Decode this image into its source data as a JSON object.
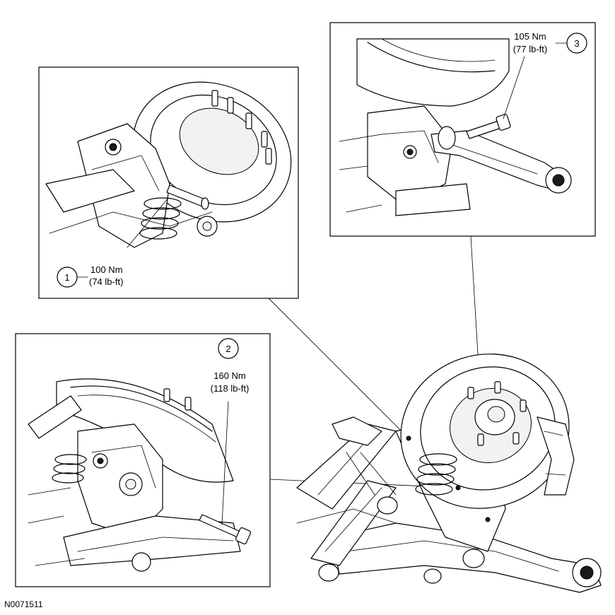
{
  "figure_id": "N0071511",
  "callouts": [
    {
      "number": "1",
      "torque_nm": "100 Nm",
      "torque_lbft": "(74 lb-ft)"
    },
    {
      "number": "2",
      "torque_nm": "160 Nm",
      "torque_lbft": "(118 lb-ft)"
    },
    {
      "number": "3",
      "torque_nm": "105 Nm",
      "torque_lbft": "(77 lb-ft)"
    }
  ]
}
